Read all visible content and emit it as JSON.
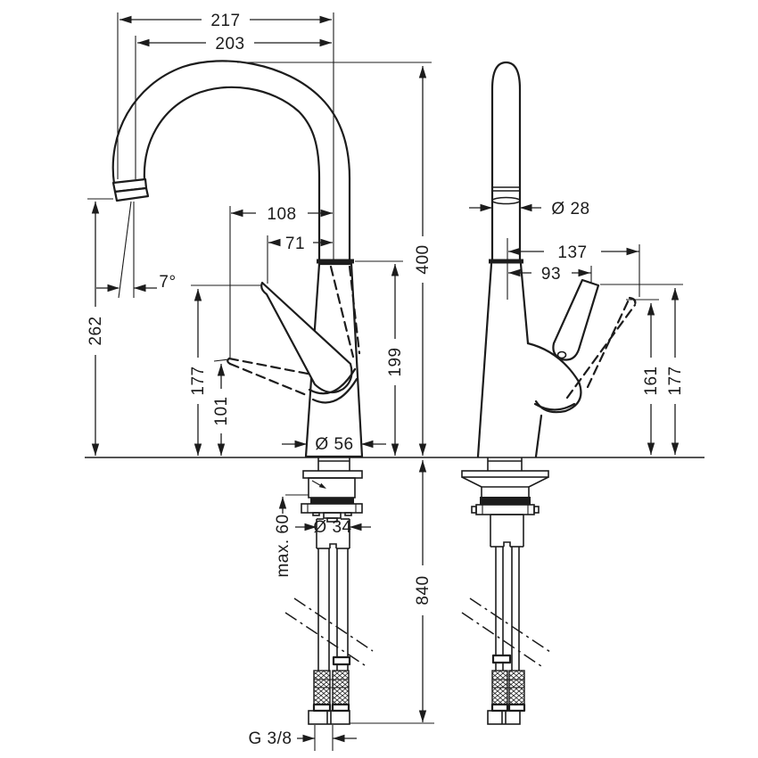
{
  "drawing": {
    "background": "#ffffff",
    "line_color": "#1c1c1c",
    "side_view": {
      "dims": {
        "spout_reach_overall": "217",
        "spout_reach": "203",
        "handle_reach_down": "108",
        "handle_reach_up": "71",
        "spout_angle": "7°",
        "spout_outlet_height": "262",
        "handle_tip_height": "177",
        "handle_down_height": "101",
        "body_height": "199",
        "overall_height": "400",
        "base_diameter": "Ø 56",
        "hose_length": "840",
        "max_deck_thickness": "max. 60",
        "shank_diameter": "Ø 34",
        "connection_thread": "G 3/8"
      }
    },
    "front_view": {
      "dims": {
        "column_diameter": "Ø 28",
        "handle_swing_reach": "137",
        "handle_side_reach": "93",
        "handle_swing_height": "161",
        "handle_tip_height": "177"
      }
    }
  }
}
